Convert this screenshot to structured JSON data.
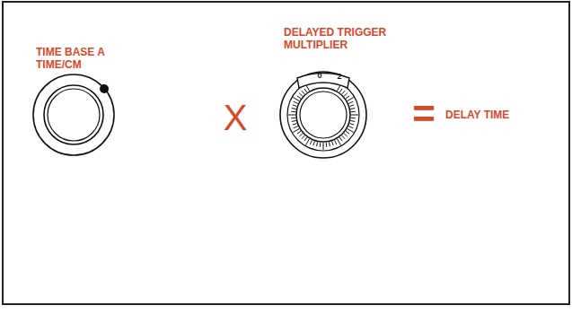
{
  "diagram": {
    "labels": [
      "TIME BASE A TIME/CM",
      "X",
      "DELAYED TRIGGER MULTIPLIER",
      "=",
      "DELAY TIME",
      "0",
      "2"
    ]
  }
}
